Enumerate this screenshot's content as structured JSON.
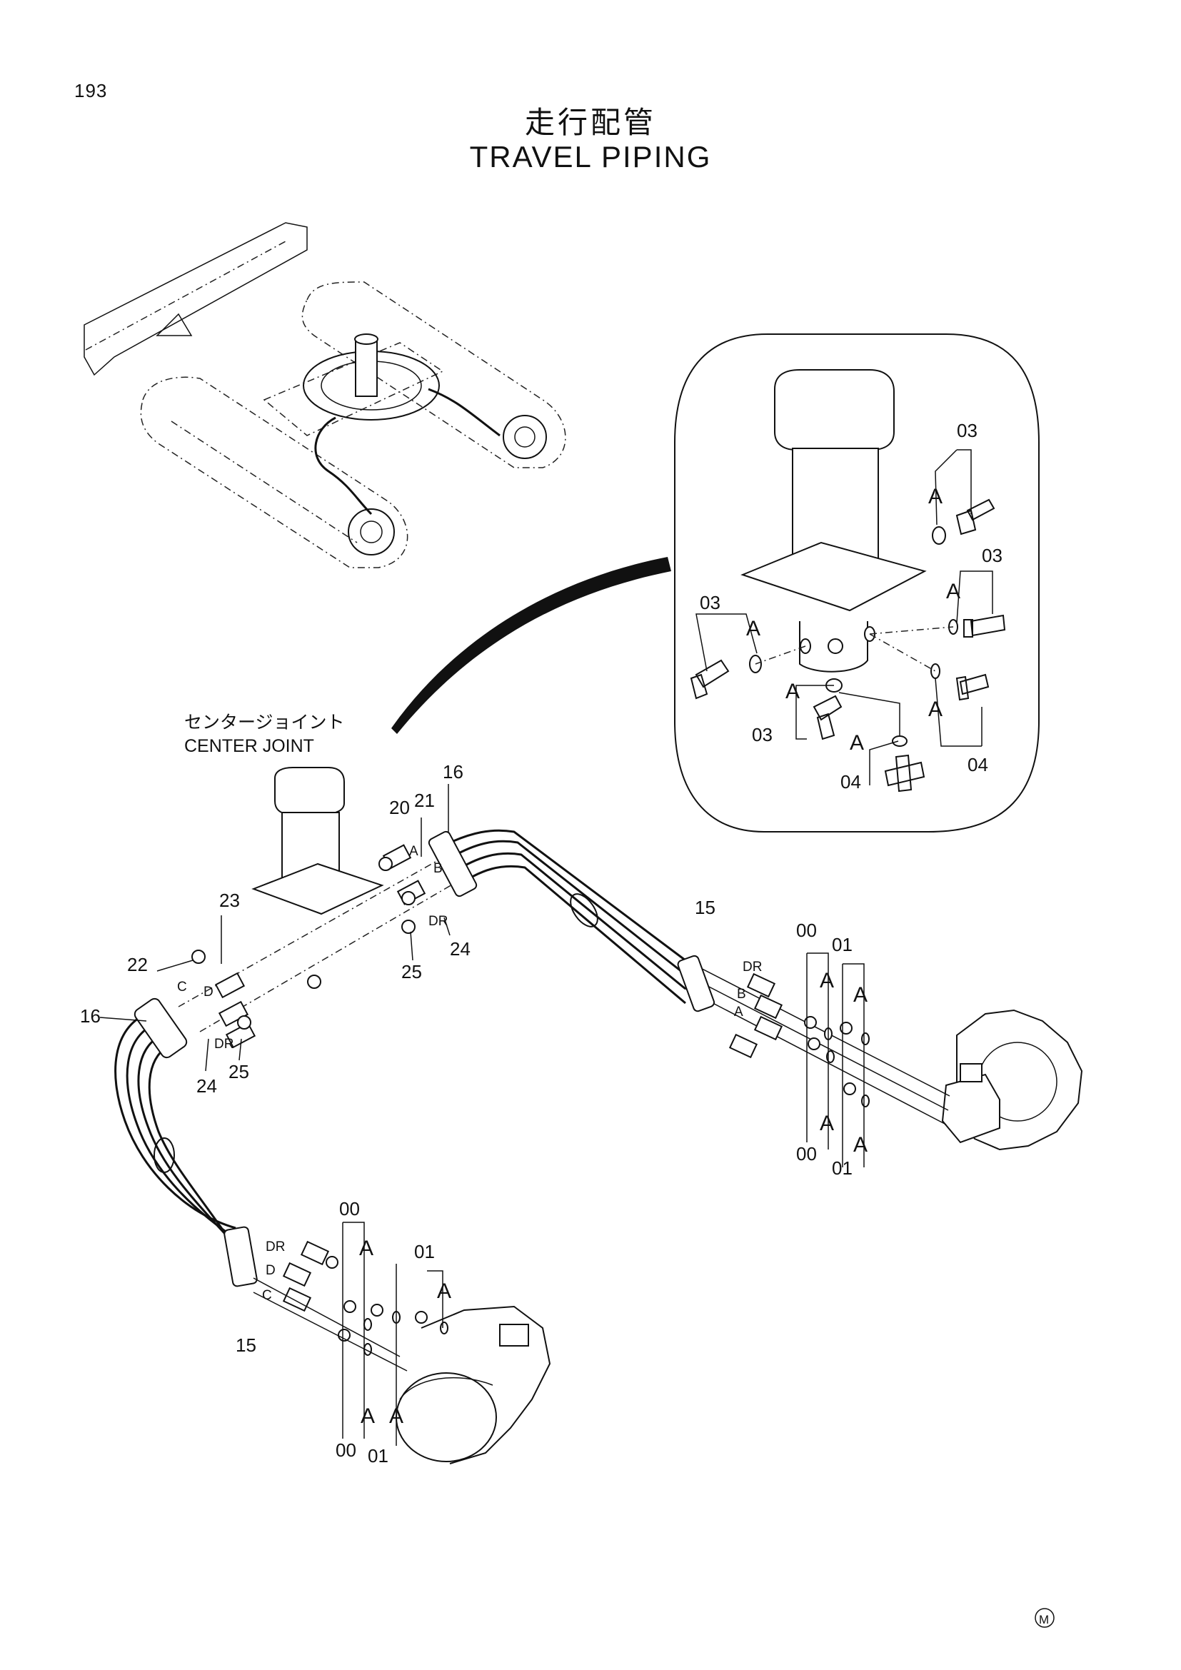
{
  "page_number": "193",
  "title_jp": "走行配管",
  "title_en": "TRAVEL PIPING",
  "center_joint": {
    "jp": "センタージョイント",
    "en": "CENTER JOINT"
  },
  "detail_labels": {
    "l03a": "03",
    "l03b": "03",
    "l03c": "03",
    "l03d": "03",
    "l04a": "04",
    "l04b": "04",
    "a1": "A",
    "a2": "A",
    "a3": "A",
    "a4": "A",
    "a5": "A",
    "a6": "A"
  },
  "main_labels": {
    "p16a": "16",
    "p20": "20",
    "p21": "21",
    "pA1": "A",
    "pB1": "B",
    "pDR1": "DR",
    "p24a": "24",
    "p25a": "25",
    "p23": "23",
    "p22": "22",
    "pC1": "C",
    "pD1": "D",
    "p16b": "16",
    "pDR2": "DR",
    "p24b": "24",
    "p25b": "25"
  },
  "right_motor_labels": {
    "p15": "15",
    "pDR": "DR",
    "pB": "B",
    "pA": "A",
    "n00a": "00",
    "n01a": "01",
    "aA1": "A",
    "aA2": "A",
    "aA3": "A",
    "aA4": "A",
    "n00b": "00",
    "n01b": "01"
  },
  "left_motor_labels": {
    "p15": "15",
    "pDR": "DR",
    "pD": "D",
    "pC": "C",
    "n00a": "00",
    "n01a": "01",
    "aA1": "A",
    "aA2": "A",
    "aA3": "A",
    "aA4": "A",
    "n00b": "00",
    "n01b": "01"
  },
  "mark": "M"
}
